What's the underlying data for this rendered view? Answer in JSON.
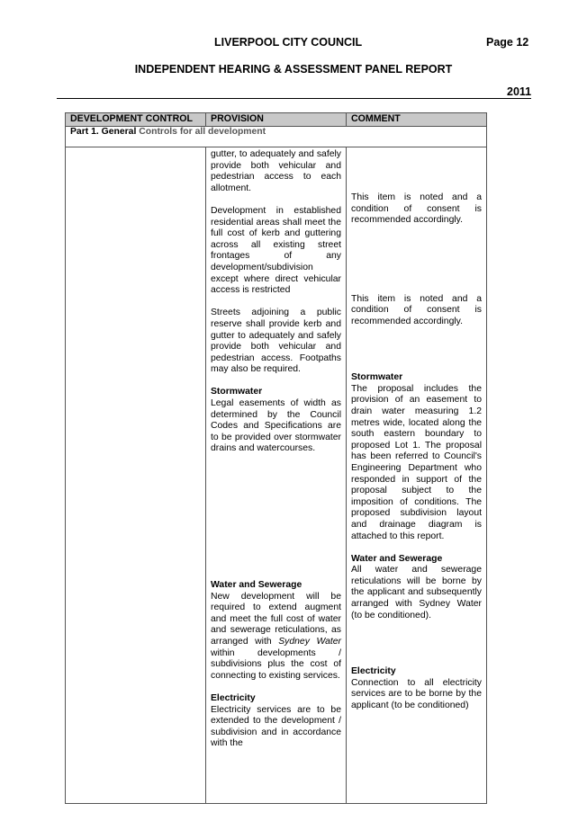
{
  "header": {
    "council": "LIVERPOOL CITY COUNCIL",
    "page": "Page 12",
    "report_title": "INDEPENDENT HEARING & ASSESSMENT PANEL REPORT",
    "year": "2011"
  },
  "table": {
    "columns": [
      "DEVELOPMENT CONTROL",
      "PROVISION",
      "COMMENT"
    ],
    "part_label_bold": "Part 1. General",
    "part_label_rest": " Controls for all development",
    "items": [
      {
        "provision_title": "",
        "provision": "gutter, to adequately and safely provide both vehicular and pedestrian access to each allotment.",
        "comment_title": "",
        "comment": ""
      },
      {
        "provision_title": "",
        "provision": "Development in established residential areas shall meet the full cost of kerb and guttering across all existing street frontages of any development/subdivision except where direct vehicular access is restricted",
        "comment_title": "",
        "comment": "This item is noted and a condition of consent is recommended accordingly."
      },
      {
        "provision_title": "",
        "provision": "Streets adjoining a public reserve shall provide kerb and gutter to adequately and safely provide both vehicular and pedestrian access. Footpaths may also be required.",
        "comment_title": "",
        "comment": "This item is noted and a condition of consent is recommended accordingly."
      },
      {
        "provision_title": "Stormwater",
        "provision": "Legal easements of width as determined by the Council Codes and Specifications are to be provided over stormwater drains and watercourses.",
        "comment_title": "Stormwater",
        "comment": "The proposal includes the provision of an easement to drain water measuring 1.2 metres wide, located along the south eastern boundary to proposed Lot 1. The proposal has been referred to Council's Engineering Department who responded in support of the proposal subject to the imposition of conditions. The proposed subdivision layout and drainage diagram is attached to this report."
      },
      {
        "provision_title": "Water and Sewerage",
        "provision_pre": "New development will be required to extend augment and meet the full cost of water and sewerage reticulations, as arranged with ",
        "provision_em": "Sydney Water",
        "provision_post": " within developments / subdivisions plus the cost of connecting to existing services.",
        "comment_title": "Water and Sewerage",
        "comment": "All water and sewerage reticulations will be borne by the applicant and subsequently arranged with Sydney Water (to be conditioned)."
      },
      {
        "provision_title": "Electricity",
        "provision": "Electricity services are to be extended to the development / subdivision and in accordance with the",
        "comment_title": "Electricity",
        "comment": "Connection to all electricity services are to be borne by the applicant (to be conditioned)"
      }
    ]
  }
}
